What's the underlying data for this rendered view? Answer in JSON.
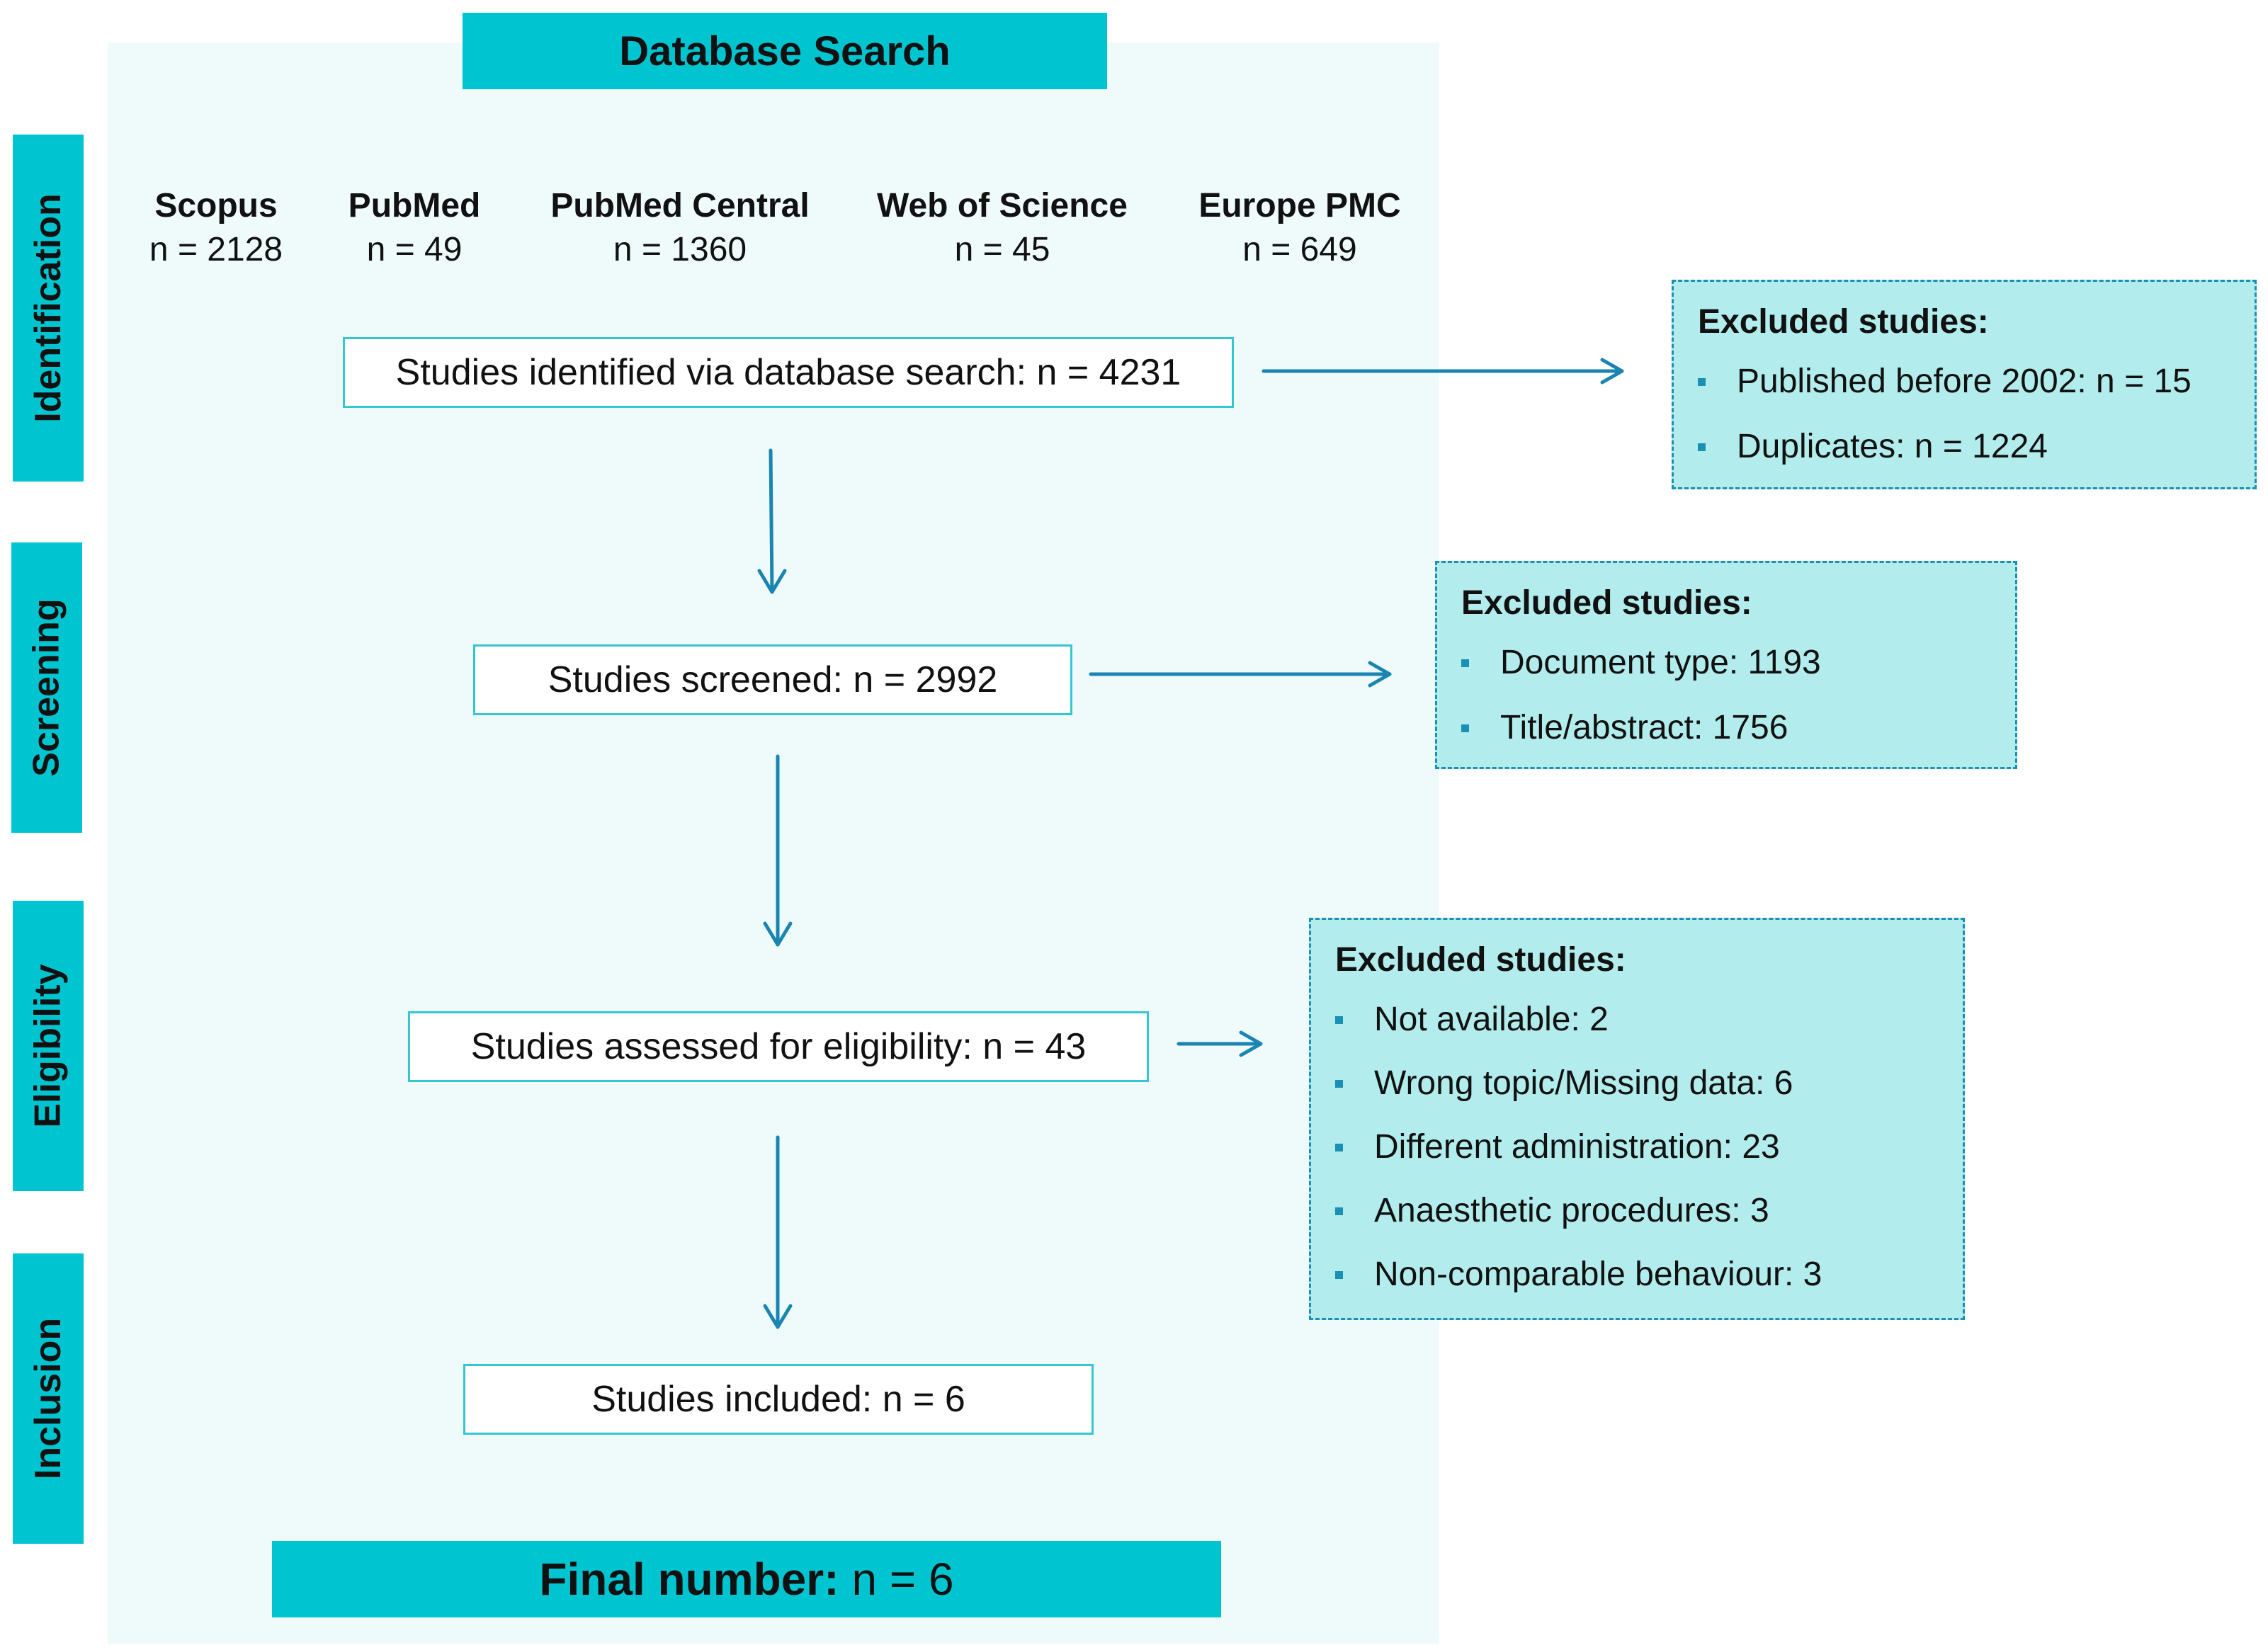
{
  "header": {
    "title": "Database Search"
  },
  "phases": [
    "Identification",
    "Screening",
    "Eligibility",
    "Inclusion"
  ],
  "databases": [
    {
      "name": "Scopus",
      "count": "n = 2128"
    },
    {
      "name": "PubMed",
      "count": "n = 49"
    },
    {
      "name": "PubMed Central",
      "count": "n = 1360"
    },
    {
      "name": "Web of Science",
      "count": "n = 45"
    },
    {
      "name": "Europe PMC",
      "count": "n = 649"
    }
  ],
  "steps": {
    "identified": "Studies identified via database search: n = 4231",
    "screened": "Studies screened: n = 2992",
    "eligible": "Studies assessed for eligibility: n = 43",
    "included": "Studies included: n = 6"
  },
  "exclusions": {
    "identification": {
      "title": "Excluded studies:",
      "items": [
        "Published before 2002: n = 15",
        "Duplicates: n = 1224"
      ]
    },
    "screening": {
      "title": "Excluded studies:",
      "items": [
        "Document type: 1193",
        "Title/abstract: 1756"
      ]
    },
    "eligibility": {
      "title": "Excluded studies:",
      "items": [
        "Not available: 2",
        "Wrong topic/Missing data: 6",
        "Different administration: 23",
        "Anaesthetic procedures: 3",
        "Non-comparable behaviour: 3"
      ]
    }
  },
  "footer": {
    "label": "Final number:",
    "value": "n = 6"
  },
  "colors": {
    "teal_bar": "#00c5d1",
    "panel_background": "#effbfb",
    "exclusion_fill": "#b2ecec",
    "arrow": "#1a85b0"
  }
}
